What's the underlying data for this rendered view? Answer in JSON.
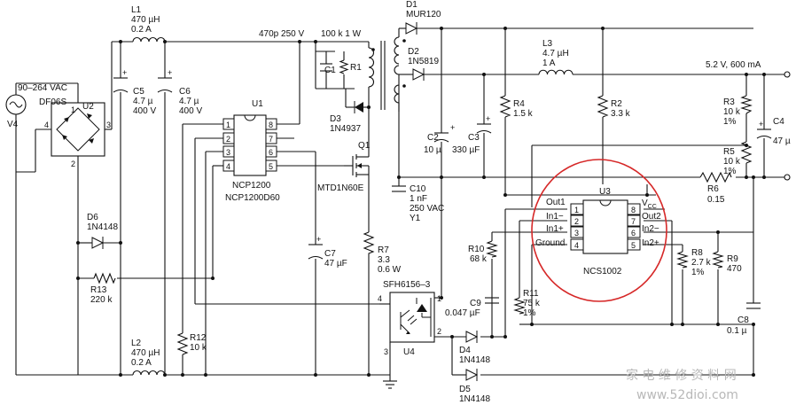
{
  "colors": {
    "wire": "#111111",
    "highlight": "#d62828",
    "watermark": "#b8b8b8"
  },
  "labels": {
    "ac_in": "90–264 VAC",
    "v4": "V4",
    "u2_name": "U2",
    "u2_part": "DF06S",
    "u2_p1": "1",
    "u2_p2": "2",
    "u2_p3": "3",
    "u2_p4": "4",
    "l1_ref": "L1",
    "l1_val": "470 µH",
    "l1_cur": "0.2 A",
    "c5_ref": "C5",
    "c5_val": "4.7 µ",
    "c5_v": "400 V",
    "c6_ref": "C6",
    "c6_val": "4.7 µ",
    "c6_v": "400 V",
    "c1_rating": "470p  250 V",
    "r1_rating": "100 k  1 W",
    "c1_ref": "C1",
    "r1_ref": "R1",
    "d3_ref": "D3",
    "d3_part": "1N4937",
    "u1_ref": "U1",
    "u1_part1": "NCP1200",
    "u1_part2": "NCP1200D60",
    "u1_p1": "1",
    "u1_p2": "2",
    "u1_p3": "3",
    "u1_p4": "4",
    "u1_p5": "5",
    "u1_p6": "6",
    "u1_p7": "7",
    "u1_p8": "8",
    "q1_ref": "Q1",
    "q1_part": "MTD1N60E",
    "d1_ref": "D1",
    "d1_part": "MUR120",
    "d2_ref": "D2",
    "d2_part": "1N5819",
    "l3_ref": "L3",
    "l3_val": "4.7 µH",
    "l3_cur": "1 A",
    "out_label": "5.2 V, 600 mA",
    "r4_ref": "R4",
    "r4_val": "1.5 k",
    "r2_ref": "R2",
    "r2_val": "3.3 k",
    "c2_ref": "C2",
    "c2_val": "10 µ",
    "c3_ref": "C3",
    "c3_val": "330 µF",
    "r3_ref": "R3",
    "r3_val": "10 k",
    "r3_tol": "1%",
    "c4_ref": "C4",
    "c4_val": "47 µ",
    "r5_ref": "R5",
    "r5_val": "10 k",
    "r5_tol": "1%",
    "r6_ref": "R6",
    "r6_val": "0.15",
    "c10_ref": "C10",
    "c10_val": "1 nF",
    "c10_v": "250 VAC",
    "c10_y": "Y1",
    "u3_ref": "U3",
    "u3_part": "NCS1002",
    "u3_out1": "Out1",
    "u3_in1m": "In1−",
    "u3_in1p": "In1+",
    "u3_gnd": "Ground",
    "u3_vcc": "V",
    "u3_vcc_sub": "CC",
    "u3_out2": "Out2",
    "u3_in2m": "In2−",
    "u3_in2p": "In2+",
    "u3_p1": "1",
    "u3_p2": "2",
    "u3_p3": "3",
    "u3_p4": "4",
    "u3_p5": "5",
    "u3_p6": "6",
    "u3_p7": "7",
    "u3_p8": "8",
    "r10_ref": "R10",
    "r10_val": "68 k",
    "r8_ref": "R8",
    "r8_val": "2.7 k",
    "r8_tol": "1%",
    "r9_ref": "R9",
    "r9_val": "470",
    "d6_ref": "D6",
    "d6_part": "1N4148",
    "r13_ref": "R13",
    "r13_val": "220 k",
    "c7_ref": "C7",
    "c7_val": "47 µF",
    "r7_ref": "R7",
    "r7_val": "3.3",
    "r7_w": "0.6 W",
    "u4_part": "SFH6156–3",
    "u4_ref": "U4",
    "u4_p1": "1",
    "u4_p2": "2",
    "u4_p3": "3",
    "u4_p4": "4",
    "c9_ref": "C9",
    "c9_val": "0.047 µF",
    "r11_ref": "R11",
    "r11_val": "75 k",
    "r11_tol": "1%",
    "c8_ref": "C8",
    "c8_val": "0.1 µ",
    "r12_ref": "R12",
    "r12_val": "10 k",
    "l2_ref": "L2",
    "l2_val": "470 µH",
    "l2_cur": "0.2 A",
    "d4_ref": "D4",
    "d4_part": "1N4148",
    "d5_ref": "D5",
    "d5_part": "1N4148"
  },
  "watermark": {
    "line1": "家 电 维 修 资 料 网",
    "line2": "www.52dioi.com"
  }
}
